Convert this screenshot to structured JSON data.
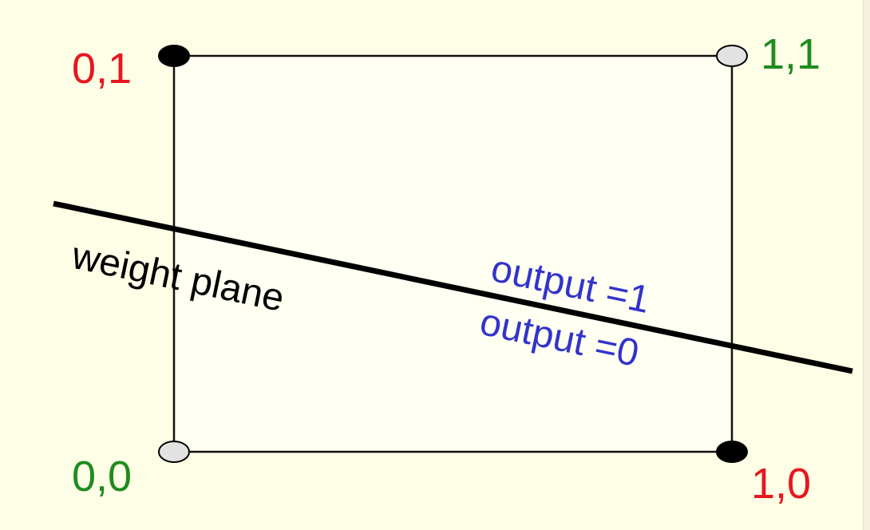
{
  "corners": {
    "top_left": {
      "label": "0,1",
      "fill": "black",
      "label_color": "#e8161e"
    },
    "top_right": {
      "label": "1,1",
      "fill": "light-gray",
      "label_color": "#1e8c1e"
    },
    "bottom_left": {
      "label": "0,0",
      "fill": "light-gray",
      "label_color": "#1e8c1e"
    },
    "bottom_right": {
      "label": "1,0",
      "fill": "black",
      "label_color": "#e8161e"
    }
  },
  "plane": {
    "label": "weight plane",
    "above_label": "output =1",
    "below_label": "output =0",
    "region_label_color": "#3333cc"
  },
  "colors": {
    "background": "#fefde6",
    "box_fill": "#fffff2",
    "dot_dark": "#000000",
    "dot_light": "#e2e2e2"
  }
}
